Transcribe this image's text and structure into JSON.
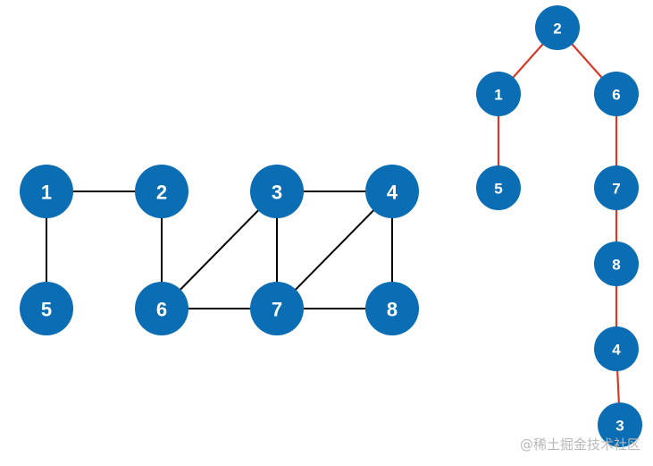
{
  "colors": {
    "node_fill": "#0b6db3",
    "node_text": "#ffffff",
    "graph_edge": "#000000",
    "tree_edge": "#d83a2a",
    "watermark": "#b9b9b9"
  },
  "graph": {
    "nodes": [
      {
        "id": "g1",
        "label": "1"
      },
      {
        "id": "g2",
        "label": "2"
      },
      {
        "id": "g3",
        "label": "3"
      },
      {
        "id": "g4",
        "label": "4"
      },
      {
        "id": "g5",
        "label": "5"
      },
      {
        "id": "g6",
        "label": "6"
      },
      {
        "id": "g7",
        "label": "7"
      },
      {
        "id": "g8",
        "label": "8"
      }
    ],
    "edges": [
      [
        "g1",
        "g2"
      ],
      [
        "g1",
        "g5"
      ],
      [
        "g2",
        "g6"
      ],
      [
        "g3",
        "g4"
      ],
      [
        "g3",
        "g6"
      ],
      [
        "g3",
        "g7"
      ],
      [
        "g4",
        "g7"
      ],
      [
        "g4",
        "g8"
      ],
      [
        "g6",
        "g7"
      ],
      [
        "g7",
        "g8"
      ]
    ]
  },
  "tree": {
    "nodes": [
      {
        "id": "t2",
        "label": "2"
      },
      {
        "id": "t1",
        "label": "1"
      },
      {
        "id": "t6",
        "label": "6"
      },
      {
        "id": "t5",
        "label": "5"
      },
      {
        "id": "t7",
        "label": "7"
      },
      {
        "id": "t8",
        "label": "8"
      },
      {
        "id": "t4",
        "label": "4"
      },
      {
        "id": "t3",
        "label": "3"
      }
    ],
    "edges": [
      [
        "t2",
        "t1"
      ],
      [
        "t2",
        "t6"
      ],
      [
        "t1",
        "t5"
      ],
      [
        "t6",
        "t7"
      ],
      [
        "t7",
        "t8"
      ],
      [
        "t8",
        "t4"
      ],
      [
        "t4",
        "t3"
      ]
    ]
  },
  "watermark": {
    "text": "@稀土掘金技术社区"
  }
}
